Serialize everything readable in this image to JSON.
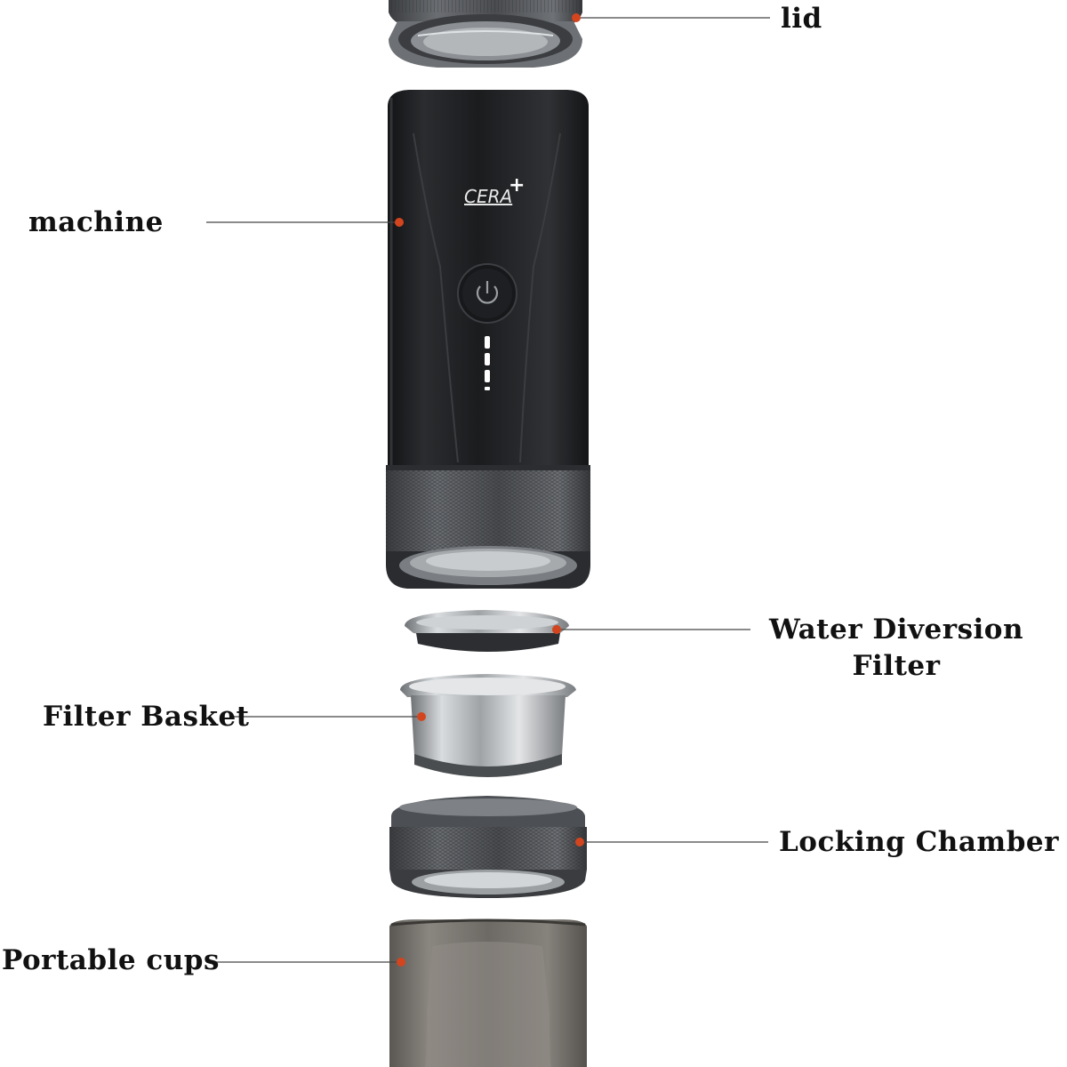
{
  "brand": {
    "logo_text": "CERA",
    "logo_mark": "+"
  },
  "labels": {
    "lid": "lid",
    "machine": "machine",
    "water_diversion_filter_line1": "Water Diversion",
    "water_diversion_filter_line2": "Filter",
    "filter_basket": "Filter Basket",
    "locking_chamber": "Locking Chamber",
    "portable_cups": "Portable cups"
  },
  "icons": {
    "power_button": "power-icon"
  },
  "colors": {
    "background": "#ffffff",
    "label_text": "#111111",
    "leader_line": "#444444",
    "marker_dot": "#d2451e",
    "machine_body": "#1f2022",
    "machine_highlight": "#3a3c40",
    "metal_ring": "#5a5d61",
    "steel": "#b9bcbf",
    "cup_tint": "#6a6763",
    "indicator_led": "#ffffff"
  }
}
